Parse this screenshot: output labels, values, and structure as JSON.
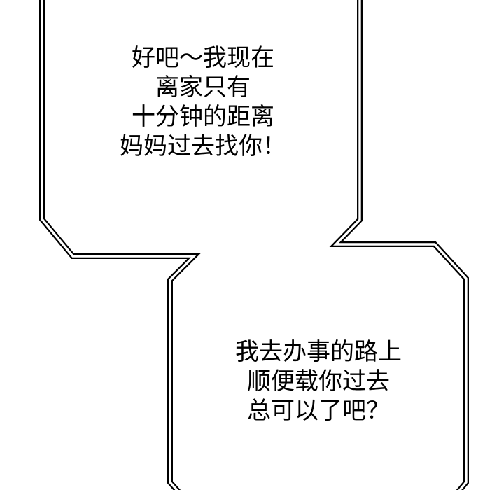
{
  "canvas": {
    "background_color": "#ffffff",
    "outline_color": "#000000",
    "bubble_fill_color": "#ffffff",
    "text_color": "#000000"
  },
  "bubbles": [
    {
      "name": "top-speech-bubble",
      "style": "double-outline",
      "lines": [
        "好吧～我现在",
        "离家只有",
        "十分钟的距离",
        "妈妈过去找你！"
      ]
    },
    {
      "name": "bottom-speech-bubble",
      "style": "double-outline",
      "lines": [
        "我去办事的路上",
        "顺便载你过去",
        "总可以了吧？"
      ]
    }
  ]
}
